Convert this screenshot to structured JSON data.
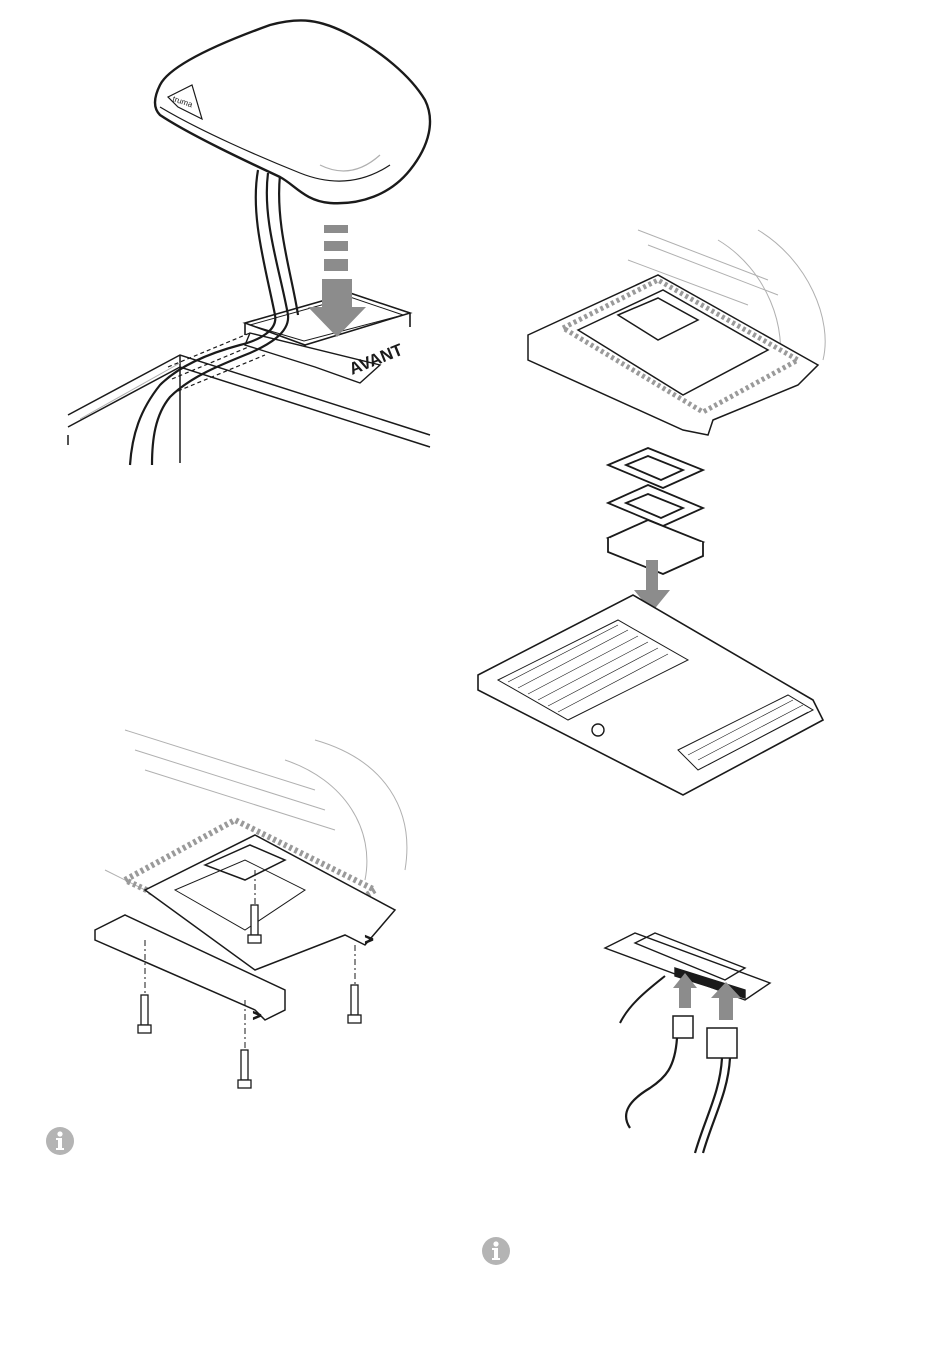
{
  "page": {
    "figures": {
      "roof_unit": {
        "front_label": "AVANT",
        "brand_mark": "truma"
      },
      "mounting_plate": {
        "fastener_count": 4
      },
      "frame_spacers": {
        "spacer_count": 3
      },
      "connectors": {
        "connector_count": 2
      }
    },
    "notes": [
      {
        "icon": "info-icon"
      },
      {
        "icon": "info-icon"
      }
    ],
    "colors": {
      "line": "#1a1a1a",
      "arrow": "#8c8c8c",
      "light_line": "#b0b0b0",
      "icon": "#b4b4b4"
    }
  }
}
